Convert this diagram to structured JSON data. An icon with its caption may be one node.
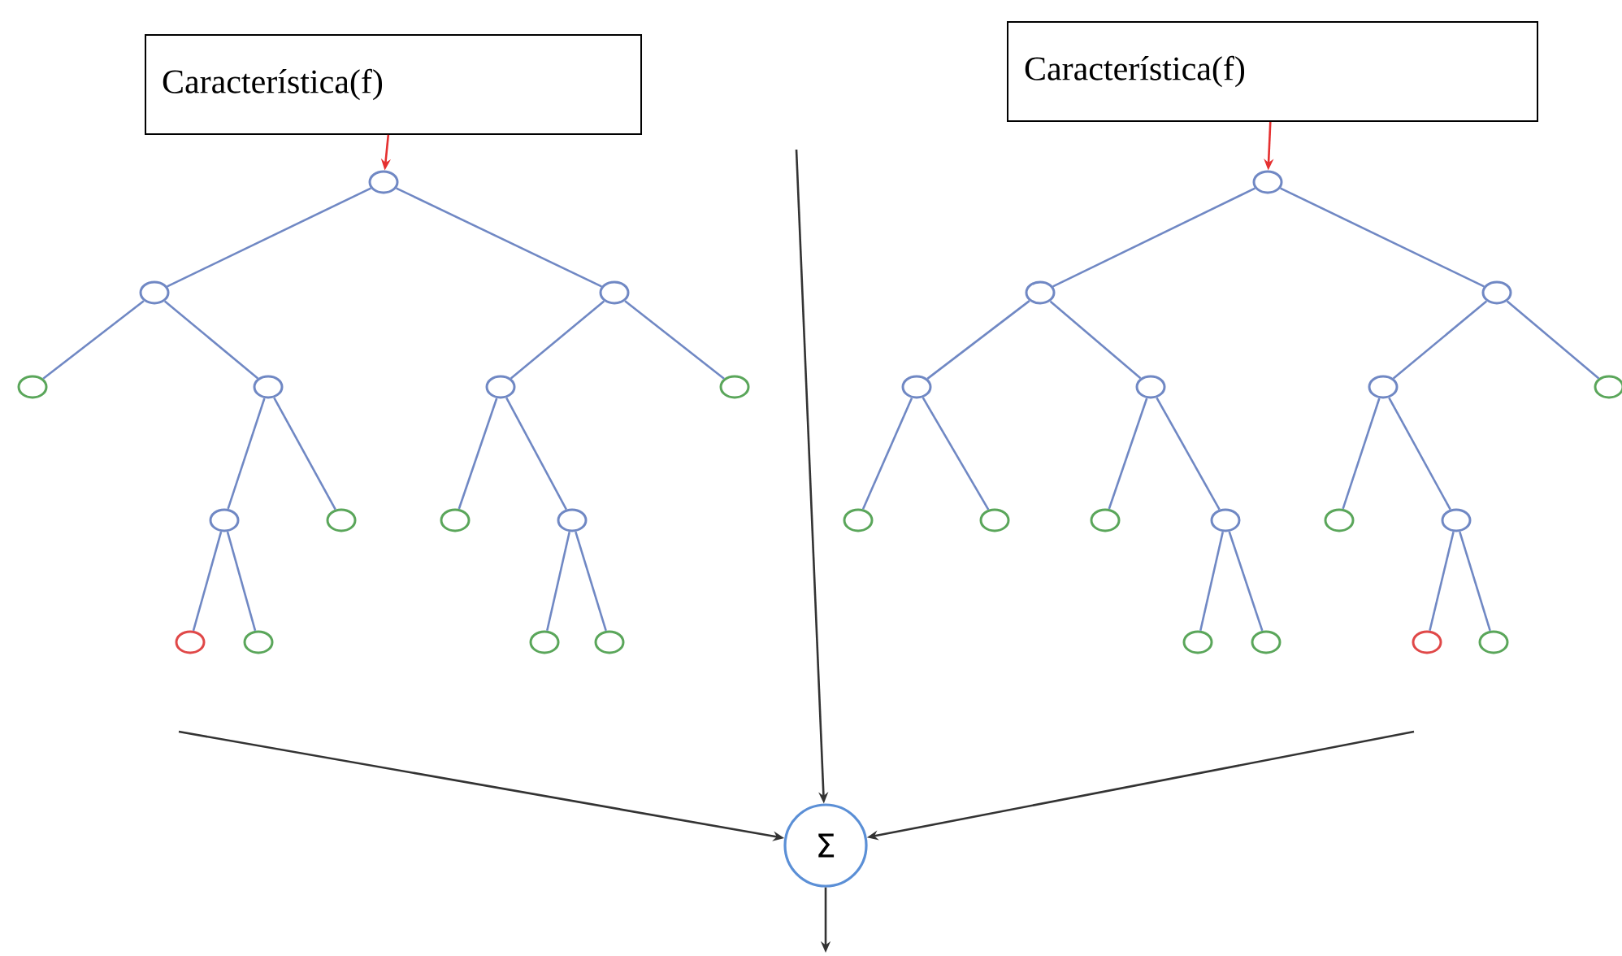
{
  "diagram": {
    "nodes": [
      {
        "text": [
          "Característica(f)"
        ]
      },
      {
        "text": [
          "Característica(f)"
        ]
      },
      {
        "text": [],
        "shape": "circle"
      },
      {
        "text": [],
        "shape": "circle"
      },
      {
        "text": [],
        "shape": "circle"
      },
      {
        "text": [],
        "shape": "circle"
      },
      {
        "text": [],
        "shape": "circle"
      },
      {
        "text": [],
        "shape": "circle"
      },
      {
        "text": [],
        "shape": "circle"
      },
      {
        "text": [],
        "shape": "circle"
      },
      {
        "text": [],
        "shape": "circle"
      },
      {
        "text": [],
        "shape": "circle"
      },
      {
        "text": [],
        "shape": "circle"
      },
      {
        "text": [],
        "shape": "circle"
      },
      {
        "text": [],
        "shape": "circle"
      },
      {
        "text": [],
        "shape": "circle"
      },
      {
        "text": [],
        "shape": "circle"
      },
      {
        "text": [],
        "shape": "circle"
      },
      {
        "text": [],
        "shape": "circle"
      },
      {
        "text": [],
        "shape": "circle"
      },
      {
        "text": [],
        "shape": "circle"
      },
      {
        "text": [],
        "shape": "circle"
      },
      {
        "text": [],
        "shape": "circle"
      },
      {
        "text": [],
        "shape": "circle"
      },
      {
        "text": [],
        "shape": "circle"
      },
      {
        "text": [],
        "shape": "circle"
      },
      {
        "text": [],
        "shape": "circle"
      },
      {
        "text": [],
        "shape": "circle"
      },
      {
        "text": [],
        "shape": "circle"
      },
      {
        "text": [],
        "shape": "circle"
      },
      {
        "text": [],
        "shape": "circle"
      },
      {
        "text": [],
        "shape": "circle"
      },
      {
        "text": [],
        "shape": "circle"
      },
      {
        "text": [],
        "shape": "circle"
      },
      {
        "text": [
          "Σ"
        ]
      }
    ],
    "edges": [
      {
        "from": 2,
        "to": 3,
        "arrow": "none"
      },
      {
        "from": 2,
        "to": 4,
        "arrow": "none"
      },
      {
        "from": 3,
        "to": 5,
        "arrow": "none"
      },
      {
        "from": 3,
        "to": 6,
        "arrow": "none"
      },
      {
        "from": 4,
        "to": 7,
        "arrow": "none"
      },
      {
        "from": 4,
        "to": 8,
        "arrow": "none"
      },
      {
        "from": 6,
        "to": 9,
        "arrow": "none"
      },
      {
        "from": 6,
        "to": 10,
        "arrow": "none"
      },
      {
        "from": 7,
        "to": 11,
        "arrow": "none"
      },
      {
        "from": 7,
        "to": 12,
        "arrow": "none"
      },
      {
        "from": 9,
        "to": 13,
        "arrow": "none"
      },
      {
        "from": 9,
        "to": 14,
        "arrow": "none"
      },
      {
        "from": 12,
        "to": 15,
        "arrow": "none"
      },
      {
        "from": 12,
        "to": 16,
        "arrow": "none"
      },
      {
        "from": 17,
        "to": 18,
        "arrow": "none"
      },
      {
        "from": 17,
        "to": 19,
        "arrow": "none"
      },
      {
        "from": 18,
        "to": 20,
        "arrow": "none"
      },
      {
        "from": 18,
        "to": 21,
        "arrow": "none"
      },
      {
        "from": 19,
        "to": 22,
        "arrow": "none"
      },
      {
        "from": 19,
        "to": 23,
        "arrow": "none"
      },
      {
        "from": 20,
        "to": 24,
        "arrow": "none"
      },
      {
        "from": 20,
        "to": 25,
        "arrow": "none"
      },
      {
        "from": 21,
        "to": 26,
        "arrow": "none"
      },
      {
        "from": 21,
        "to": 27,
        "arrow": "none"
      },
      {
        "from": 22,
        "to": 28,
        "arrow": "none"
      },
      {
        "from": 22,
        "to": 29,
        "arrow": "none"
      },
      {
        "from": 27,
        "to": 30,
        "arrow": "none"
      },
      {
        "from": 27,
        "to": 31,
        "arrow": "none"
      },
      {
        "from": 29,
        "to": 32,
        "arrow": "none"
      },
      {
        "from": 29,
        "to": 33,
        "arrow": "none"
      },
      {
        "from": 0,
        "to": 2,
        "arrow": "to",
        "color": "#e53030"
      },
      {
        "from": 1,
        "to": 17,
        "arrow": "to",
        "color": "#e53030"
      },
      {
        "from": null,
        "to": 34,
        "arrow": "to",
        "color": "#333333"
      },
      {
        "from": null,
        "to": 34,
        "arrow": "to",
        "color": "#333333"
      },
      {
        "from": null,
        "to": 34,
        "arrow": "to",
        "color": "#333333"
      },
      {
        "from": 34,
        "to": null,
        "arrow": "to",
        "color": "#333333"
      }
    ]
  }
}
